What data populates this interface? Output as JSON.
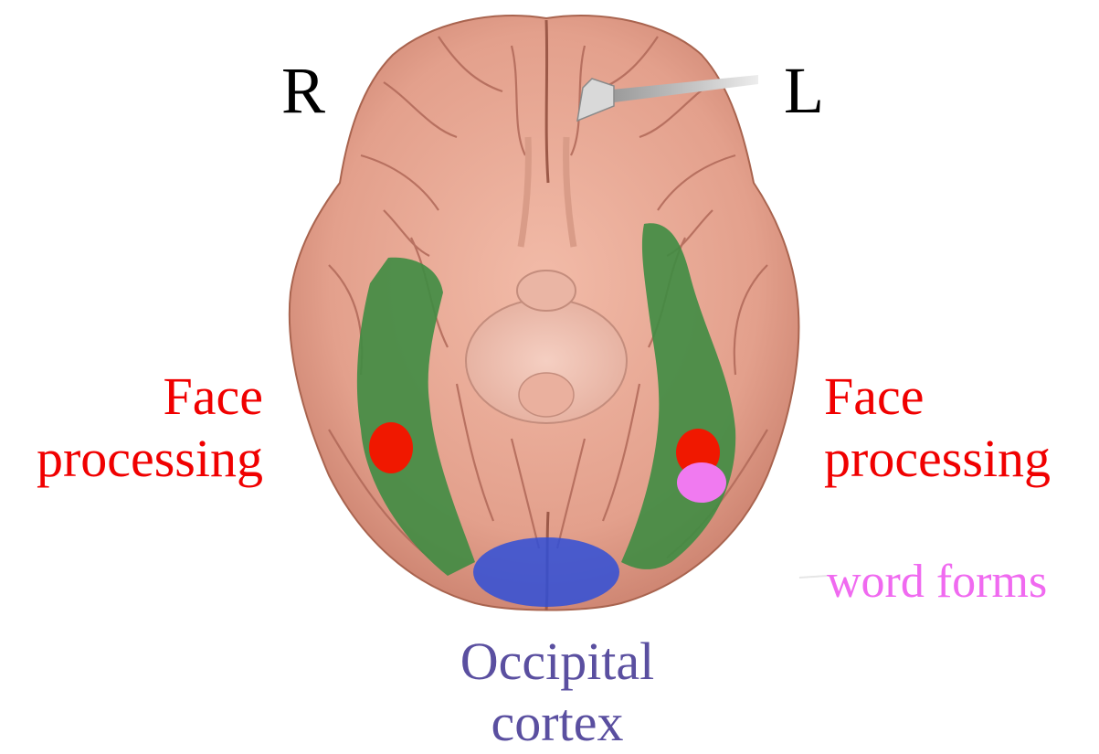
{
  "hemisphere_labels": {
    "right": "R",
    "left": "L"
  },
  "regions": {
    "face_processing_right": [
      "Face",
      "processing"
    ],
    "face_processing_left": [
      "Face",
      "processing"
    ],
    "word_forms": "word forms",
    "occipital": [
      "Occipital",
      "cortex"
    ]
  },
  "colors": {
    "fusiform_region": "#3f8c43",
    "face_area": "#f01800",
    "word_area": "#f07af0",
    "occipital_area": "#2f4fd8",
    "brain_tissue": "#e5a592",
    "sulcus_line": "#b06858",
    "face_text": "#f00000",
    "word_text": "#f06af0",
    "occipital_text": "#5a4fa0"
  }
}
